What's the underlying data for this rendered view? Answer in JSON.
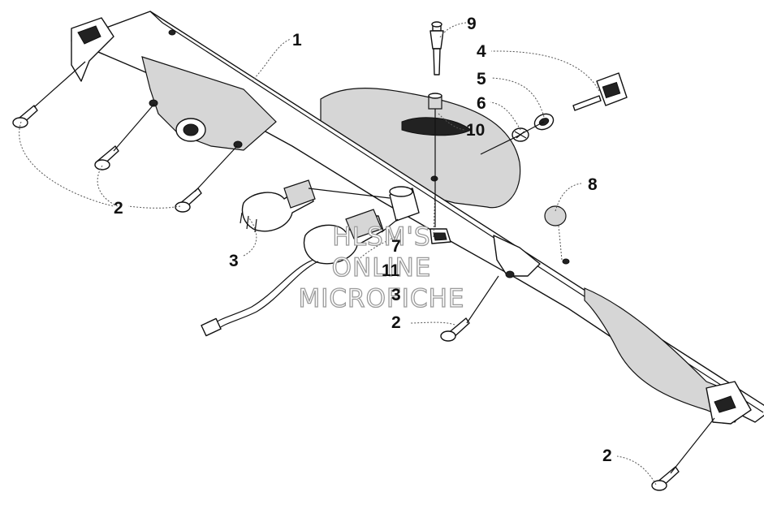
{
  "diagram": {
    "callouts": {
      "c1": "1",
      "c2a": "2",
      "c2b": "2",
      "c2c": "2",
      "c3a": "3",
      "c3b": "3",
      "c4": "4",
      "c5": "5",
      "c6": "6",
      "c7": "7",
      "c8": "8",
      "c9": "9",
      "c10": "10",
      "c11": "11"
    },
    "watermark": {
      "line1": "HLSM'S",
      "line2": "ONLINE",
      "line3": "MICROFICHE"
    }
  }
}
